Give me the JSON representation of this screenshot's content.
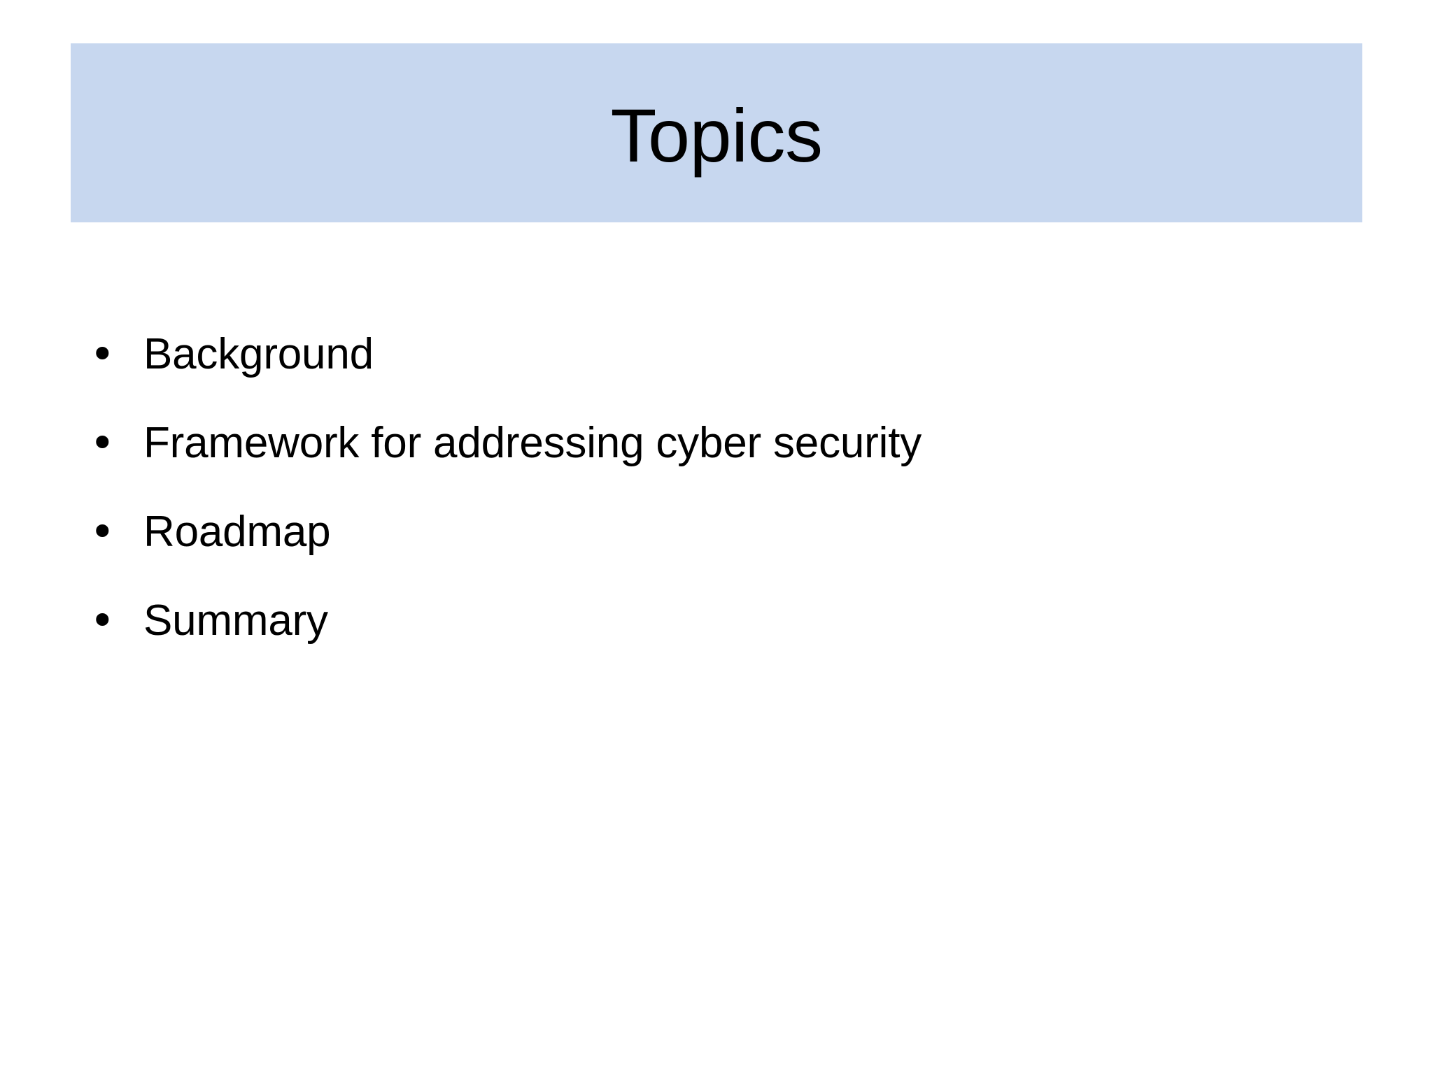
{
  "slide": {
    "title": "Topics",
    "title_band_color": "#c7d7ef",
    "background_color": "#ffffff",
    "text_color": "#000000",
    "bullet_glyph": "•",
    "bullets": [
      {
        "label": "Background"
      },
      {
        "label": "Framework for addressing cyber security"
      },
      {
        "label": "Roadmap"
      },
      {
        "label": "Summary"
      }
    ]
  }
}
